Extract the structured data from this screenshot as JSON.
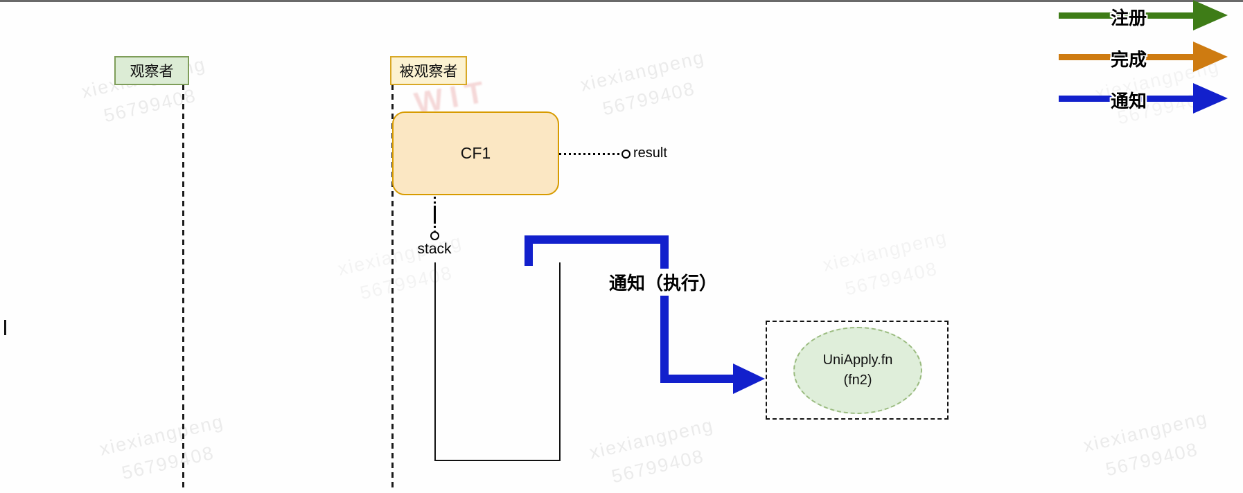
{
  "actors": {
    "observer": {
      "label": "观察者",
      "fill": "#DCECD5",
      "border": "#7E9D59"
    },
    "observable": {
      "label": "被观察者",
      "fill": "#FCF2D1",
      "border": "#D8A826"
    }
  },
  "cf1": {
    "label": "CF1",
    "fill": "#FBE7C3",
    "border": "#D79B00"
  },
  "ports": {
    "result": {
      "label": "result"
    },
    "stack": {
      "label": "stack"
    }
  },
  "notify": {
    "label": "通知（执行）",
    "color": "#1220CC"
  },
  "target": {
    "line1": "UniApply.fn",
    "line2": "(fn2)",
    "fill": "#DFEEDA",
    "border": "#9ABB7F"
  },
  "legend": {
    "items": [
      {
        "label": "注册",
        "color": "#3E7C17"
      },
      {
        "label": "完成",
        "color": "#CE7B11"
      },
      {
        "label": "通知",
        "color": "#1220CC"
      }
    ]
  },
  "watermark": {
    "line1": "xiexiangpeng",
    "line2": "56799408",
    "pink_fragment": "WIT"
  }
}
